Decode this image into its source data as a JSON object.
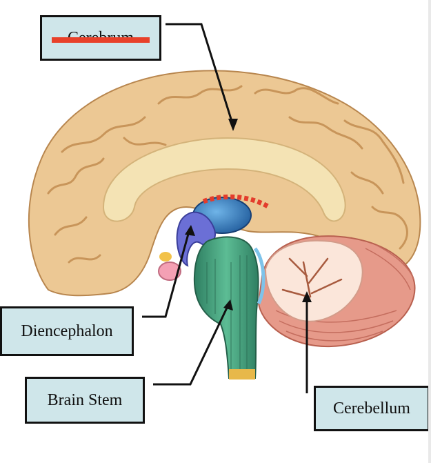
{
  "labels": {
    "cerebrum": "Cerebrum",
    "diencephalon": "Diencephalon",
    "brain_stem": "Brain Stem",
    "cerebellum": "Cerebellum"
  },
  "colors": {
    "label_fill": "#cfe6ea",
    "label_border": "#111111",
    "strike": "#e8412a",
    "cortex": "#ecc894",
    "corpus_callosum": "#f4e3b4",
    "ventricle": "#2f73b8",
    "diencephalon": "#6b6fd6",
    "brain_stem": "#3e9a78",
    "cerebellum_white": "#fbe6da",
    "cerebellum_outer": "#e69a8a"
  },
  "annotations": {
    "cerebrum_struck_through": true
  }
}
